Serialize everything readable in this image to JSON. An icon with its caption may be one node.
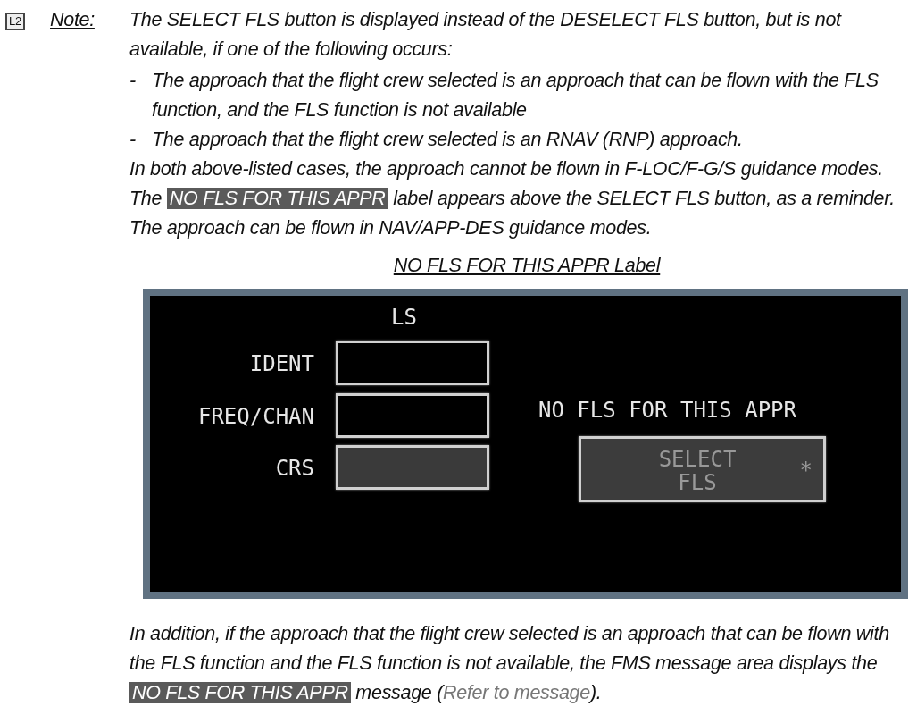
{
  "diagram": {
    "caption": "NO FLS FOR THIS APPR Label",
    "nodes": [
      {
        "text": [],
        "shape": "box"
      },
      {
        "text": [],
        "shape": "box",
        "in": 0
      },
      {
        "text": [],
        "shape": "box",
        "in": 0
      },
      {
        "text": [],
        "shape": "box",
        "in": 0
      },
      {
        "text": [
          "SELECT FLS",
          "*"
        ],
        "in": 0
      }
    ],
    "labels": [
      "L2",
      "Note:",
      "The SELECT FLS button is displayed instead of the DESELECT FLS button, but is not available, if one of the following occurs:",
      "-",
      "The approach that the flight crew selected is an approach that can be flown with the FLS function, and the FLS function is not available",
      "-",
      "The approach that the flight crew selected is an RNAV (RNP) approach.",
      "In both above-listed cases, the approach cannot be flown in F-LOC/F-G/S guidance modes. The **NO FLS FOR THIS APPR** label appears above the SELECT FLS button, as a reminder. The approach can be flown in NAV/APP-DES guidance modes.",
      "LS",
      "IDENT",
      "FREQ/CHAN",
      "CRS",
      "NO FLS FOR THIS APPR",
      "In addition, if the approach that the flight crew selected is an approach that can be flown with the FLS function and the FLS function is not available, the FMS message area displays the **NO FLS FOR THIS APPR** message (*Refer to message*)."
    ]
  }
}
